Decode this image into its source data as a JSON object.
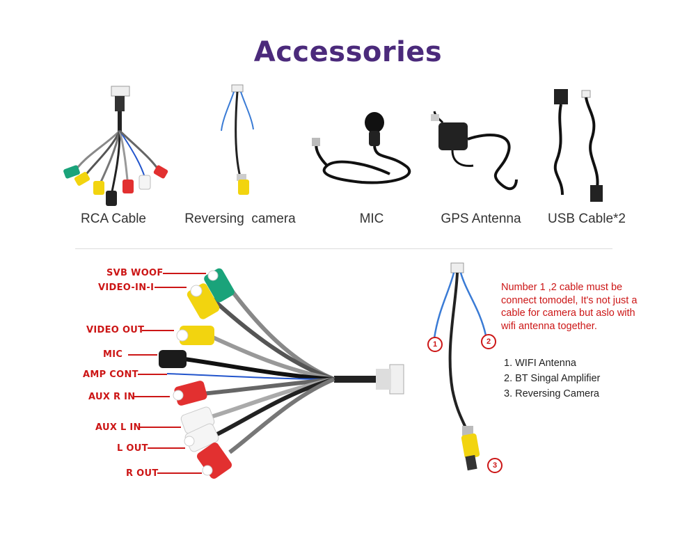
{
  "page": {
    "title": "Accessories"
  },
  "accessories": [
    {
      "name": "RCA Cable",
      "icon": "rca-cable-icon"
    },
    {
      "name": "Reversing  camera",
      "icon": "reversing-camera-cable-icon"
    },
    {
      "name": "MIC",
      "icon": "microphone-icon"
    },
    {
      "name": "GPS Antenna",
      "icon": "gps-antenna-icon"
    },
    {
      "name": "USB Cable*2",
      "icon": "usb-cable-icon"
    }
  ],
  "rca_labels": [
    "SVB WOOF",
    "VIDEO-IN-I",
    "VIDEO OUT",
    "MIC",
    "AMP CONT",
    "AUX R IN",
    "AUX L IN",
    "L OUT",
    "R OUT"
  ],
  "camera_diagram": {
    "note": "Number 1 ,2 cable must be connect tomodel, It's not just a cable for camera but aslo with wifi antenna together.",
    "markers": [
      "1",
      "2",
      "3"
    ],
    "items": [
      "1. WIFI Antenna",
      "2. BT Singal Amplifier",
      "3. Reversing Camera"
    ]
  },
  "colors": {
    "title": "#4b2a7b",
    "label_red": "#cc1616",
    "rca_green": "#1aa37a",
    "rca_yellow": "#f2d40f",
    "rca_red": "#e23030"
  }
}
